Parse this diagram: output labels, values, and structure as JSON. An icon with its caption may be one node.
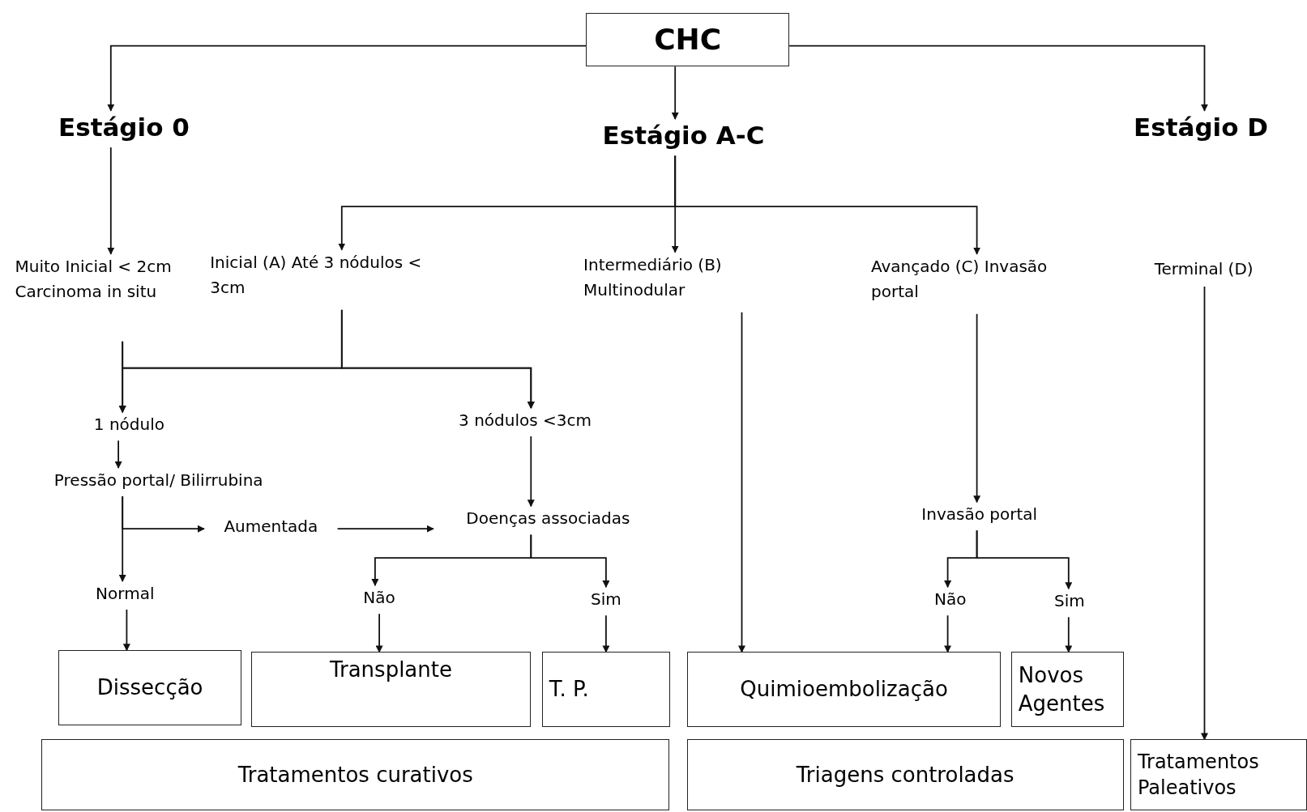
{
  "diagram": {
    "nodes": [
      {
        "text": [
          "CHC"
        ]
      },
      {
        "text": [
          "Estágio 0"
        ]
      },
      {
        "text": [
          "Estágio A-C"
        ]
      },
      {
        "text": [
          "Estágio D"
        ]
      },
      {
        "text": [
          "Muito Inicial < 2cm Carcinoma in situ"
        ]
      },
      {
        "text": [
          "Inicial (A) Até 3 nódulos < 3cm"
        ]
      },
      {
        "text": [
          "Intermediário (B) Multinodular"
        ]
      },
      {
        "text": [
          "Avançado (C) Invasão portal"
        ]
      },
      {
        "text": [
          "Terminal (D)"
        ]
      },
      {
        "text": [
          "1 nódulo"
        ]
      },
      {
        "text": [
          "3 nódulos <3cm"
        ]
      },
      {
        "text": [
          "Pressão portal/ Bilirrubina"
        ]
      },
      {
        "text": [
          "Aumentada"
        ]
      },
      {
        "text": [
          "Doenças associadas"
        ]
      },
      {
        "text": [
          "Normal"
        ]
      },
      {
        "text": [
          "Não"
        ]
      },
      {
        "text": [
          "Sim"
        ]
      },
      {
        "text": [
          "Invasão portal"
        ]
      },
      {
        "text": [
          "Não"
        ]
      },
      {
        "text": [
          "Sim"
        ]
      },
      {
        "text": [
          "Dissecção"
        ]
      },
      {
        "text": [
          "Transplante"
        ]
      },
      {
        "text": [
          "T. P."
        ]
      },
      {
        "text": [
          "Quimioembolização"
        ]
      },
      {
        "text": [
          "Novos Agentes"
        ]
      },
      {
        "text": [
          "Tratamentos curativos"
        ]
      },
      {
        "text": [
          "Triagens controladas"
        ]
      },
      {
        "text": [
          "Tratamentos Paleativos"
        ]
      }
    ],
    "edges": [
      {
        "from": 0,
        "to": 1,
        "arrow": "to"
      },
      {
        "from": 0,
        "to": 2,
        "arrow": "to"
      },
      {
        "from": 0,
        "to": 3,
        "arrow": "to"
      },
      {
        "from": 1,
        "to": 4,
        "arrow": "to"
      },
      {
        "from": 2,
        "to": 5,
        "arrow": "to"
      },
      {
        "from": 2,
        "to": 6,
        "arrow": "to"
      },
      {
        "from": 2,
        "to": 7,
        "arrow": "to"
      },
      {
        "from": 4,
        "to": 9,
        "arrow": "to"
      },
      {
        "from": 4,
        "to": 10,
        "arrow": "to"
      },
      {
        "from": 5,
        "to": 9,
        "arrow": "to"
      },
      {
        "from": 5,
        "to": 10,
        "arrow": "to"
      },
      {
        "from": 9,
        "to": 11,
        "arrow": "to"
      },
      {
        "from": 11,
        "to": 14,
        "arrow": "to"
      },
      {
        "from": 11,
        "to": 12,
        "arrow": "to"
      },
      {
        "from": 12,
        "to": 13,
        "arrow": "to"
      },
      {
        "from": 10,
        "to": 13,
        "arrow": "to"
      },
      {
        "from": 13,
        "to": 15,
        "arrow": "to"
      },
      {
        "from": 13,
        "to": 16,
        "arrow": "to"
      },
      {
        "from": 14,
        "to": 20,
        "arrow": "to"
      },
      {
        "from": 15,
        "to": 21,
        "arrow": "to"
      },
      {
        "from": 16,
        "to": 22,
        "arrow": "to"
      },
      {
        "from": 6,
        "to": 23,
        "arrow": "to"
      },
      {
        "from": 7,
        "to": 17,
        "arrow": "to"
      },
      {
        "from": 17,
        "to": 18,
        "arrow": "to"
      },
      {
        "from": 17,
        "to": 19,
        "arrow": "to"
      },
      {
        "from": 18,
        "to": 23,
        "arrow": "to"
      },
      {
        "from": 19,
        "to": 24,
        "arrow": "to"
      },
      {
        "from": 8,
        "to": 27,
        "arrow": "to"
      }
    ]
  }
}
